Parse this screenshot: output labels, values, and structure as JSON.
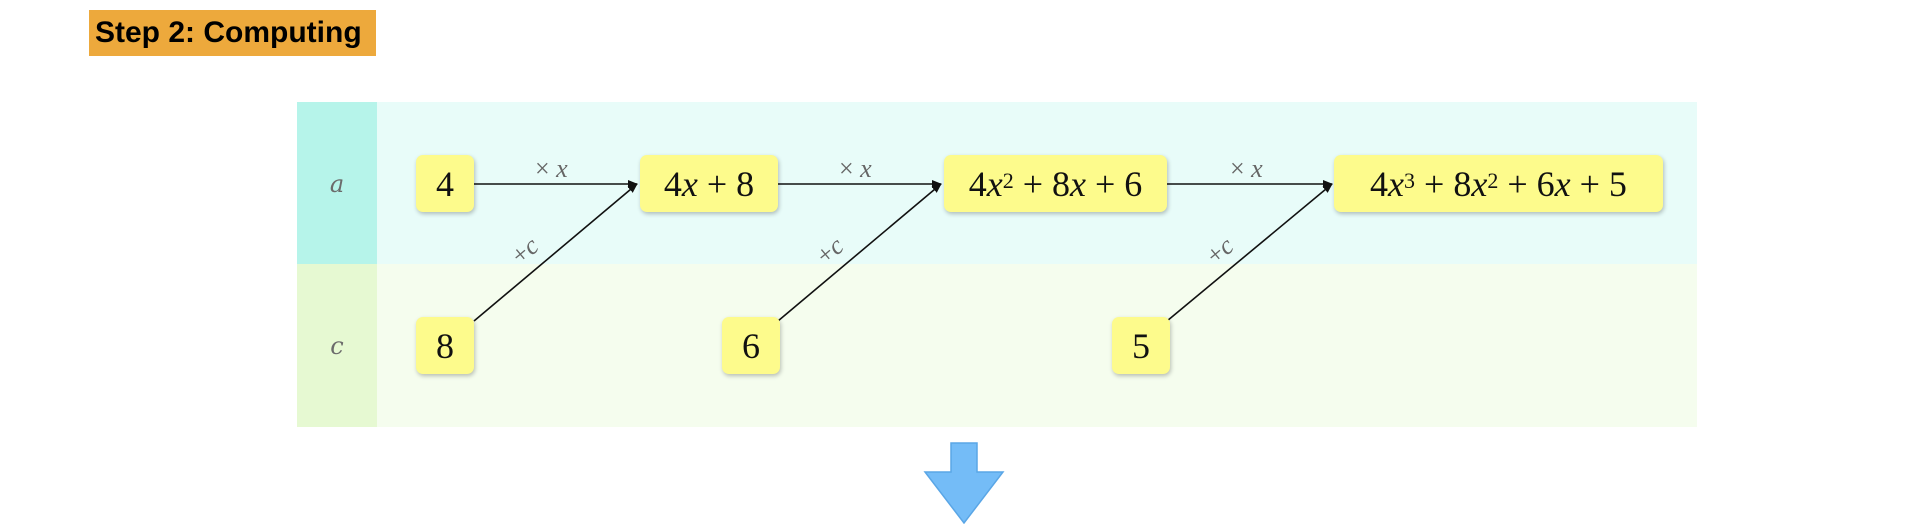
{
  "title": "Step 2: Computing",
  "rows": {
    "a": "a",
    "c": "c"
  },
  "boxes": {
    "a0": "4",
    "a1": {
      "t1": "4",
      "v1": "x",
      "t2": " + 8"
    },
    "a2": {
      "t1": "4",
      "v1": "x",
      "s1": "2",
      "t2": " + 8",
      "v2": "x",
      "t3": " + 6"
    },
    "a3": {
      "t1": "4",
      "v1": "x",
      "s1": "3",
      "t2": " + 8",
      "v2": "x",
      "s2": "2",
      "t3": " + 6",
      "v3": "x",
      "t4": " + 5"
    },
    "c0": "8",
    "c1": "6",
    "c2": "5"
  },
  "edge_labels": {
    "times": "×",
    "x": "x",
    "plus": "+",
    "c": "c"
  },
  "colors": {
    "title_bg": "#eda93c",
    "row_a_bg": "#e8fcf9",
    "row_a_label_bg": "#b6f4ea",
    "row_c_bg": "#f5fdee",
    "row_c_label_bg": "#e6f9d2",
    "box_fill": "#fdfb8c",
    "down_arrow": "#74bcf7"
  },
  "icons": [
    "down-arrow-icon"
  ]
}
